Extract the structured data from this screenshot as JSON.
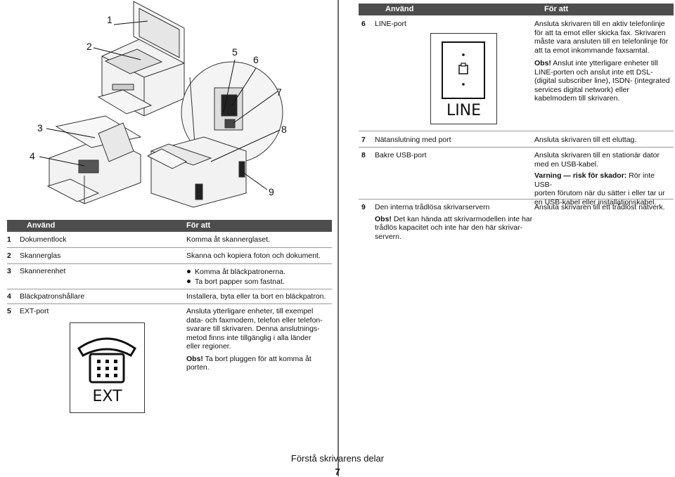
{
  "left_table": {
    "header": {
      "use": "Använd",
      "for": "För att"
    },
    "rows": [
      {
        "num": "1",
        "name": "Dokumentlock",
        "desc": "Komma åt skannerglaset."
      },
      {
        "num": "2",
        "name": "Skannerglas",
        "desc": "Skanna och kopiera foton och dokument."
      },
      {
        "num": "3",
        "name": "Skannerenhet",
        "bullets": [
          "Komma åt bläckpatronerna.",
          "Ta bort papper som fastnat."
        ]
      },
      {
        "num": "4",
        "name": "Bläckpatronshållare",
        "desc": "Installera, byta eller ta bort en bläckpatron."
      },
      {
        "num": "5",
        "name": "EXT-port",
        "desc_lines": [
          "Ansluta ytterligare enheter, till exempel",
          "data- och faxmodem, telefon eller telefon-",
          "svarare till skrivaren. Denna anslutnings-",
          "metod finns inte tillgänglig i alla länder",
          "eller regioner."
        ],
        "note_label": "Obs!",
        "note_lines": [
          "Ta bort pluggen för att komma åt",
          "porten."
        ],
        "icon_label": "EXT",
        "icon": "telephone-icon"
      }
    ]
  },
  "right_table": {
    "header": {
      "use": "Använd",
      "for": "För att"
    },
    "rows": [
      {
        "num": "6",
        "name": "LINE-port",
        "desc_lines": [
          "Ansluta skrivaren till en aktiv telefonlinje",
          "för att ta emot eller skicka fax. Skrivaren",
          "måste vara ansluten till en telefonlinje för",
          "att ta emot inkommande faxsamtal."
        ],
        "note_label": "Obs!",
        "note_lines": [
          "Anslut inte ytterligare enheter till",
          "LINE-porten och anslut inte ett DSL-",
          "(digital subscriber line), ISDN- (integrated",
          "services digital network) eller",
          "kabelmodem till skrivaren."
        ],
        "icon_label": "LINE",
        "icon": "phone-jack-icon"
      },
      {
        "num": "7",
        "name": "Nätanslutning med port",
        "desc": "Ansluta skrivaren till ett eluttag."
      },
      {
        "num": "8",
        "name": "Bakre USB-port",
        "desc_lines": [
          "Ansluta skrivaren till en stationär dator",
          "med en USB-kabel."
        ],
        "warn_label": "Varning — risk för skador:",
        "warn_lines": [
          "Rör inte USB-",
          "porten förutom när du sätter i eller tar ur",
          "en USB-kabel eller installationskabel."
        ]
      },
      {
        "num": "9",
        "name": "Den interna trådlösa skrivarservern",
        "note_label": "Obs!",
        "note_lines": [
          "Det kan hända att skrivarmodellen inte har",
          "trådlös kapacitet och inte har den här skrivar-",
          "servern."
        ],
        "desc": "Ansluta skrivaren till ett trådlöst nätverk."
      }
    ]
  },
  "callouts": [
    "1",
    "2",
    "3",
    "4",
    "5",
    "6",
    "7",
    "8",
    "9"
  ],
  "footer": {
    "title": "Förstå skrivarens delar",
    "page": "7"
  }
}
